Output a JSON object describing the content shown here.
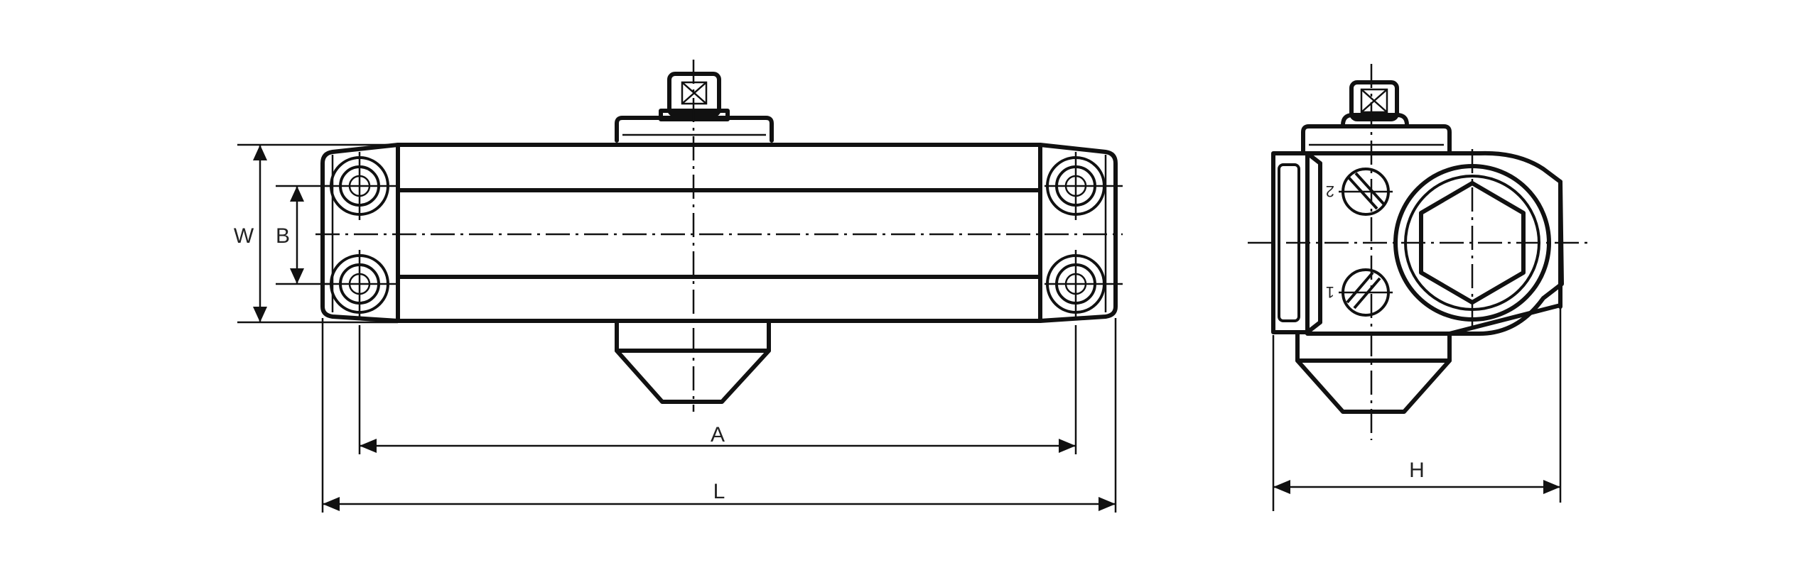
{
  "dimension_labels": {
    "width": "W",
    "bolt_spacing": "B",
    "bolt_span": "A",
    "length": "L",
    "height": "H"
  },
  "valve_marks": {
    "upper": "2",
    "lower": "1"
  },
  "colors": {
    "line": "#111111",
    "background": "#ffffff"
  }
}
